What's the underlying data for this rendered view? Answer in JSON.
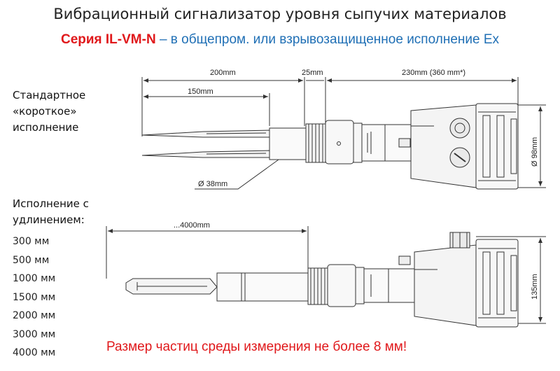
{
  "title": "Вибрационный сигнализатор уровня сыпучих материалов",
  "subtitle": {
    "series": "Серия IL-VM-N",
    "rest": " – в общепром. или взрывозащищенное исполнение Ex"
  },
  "standard": {
    "line1": "Стандартное",
    "line2": "«короткое»",
    "line3": "исполнение"
  },
  "extended": {
    "line1": "Исполнение с",
    "line2": "удлинением:",
    "options": [
      "300 мм",
      "500 мм",
      "1000 мм",
      "1500 мм",
      "2000 мм",
      "3000 мм",
      "4000 мм"
    ]
  },
  "dimensions": {
    "d200": "200mm",
    "d25": "25mm",
    "d230": "230mm (360 mm*)",
    "d150": "150mm",
    "dia38": "Ø  38mm",
    "dia98": "Ø 98mm",
    "d4000": "...4000mm",
    "d135": "135mm"
  },
  "warning": "Размер частиц среды измерения не более 8 мм!"
}
